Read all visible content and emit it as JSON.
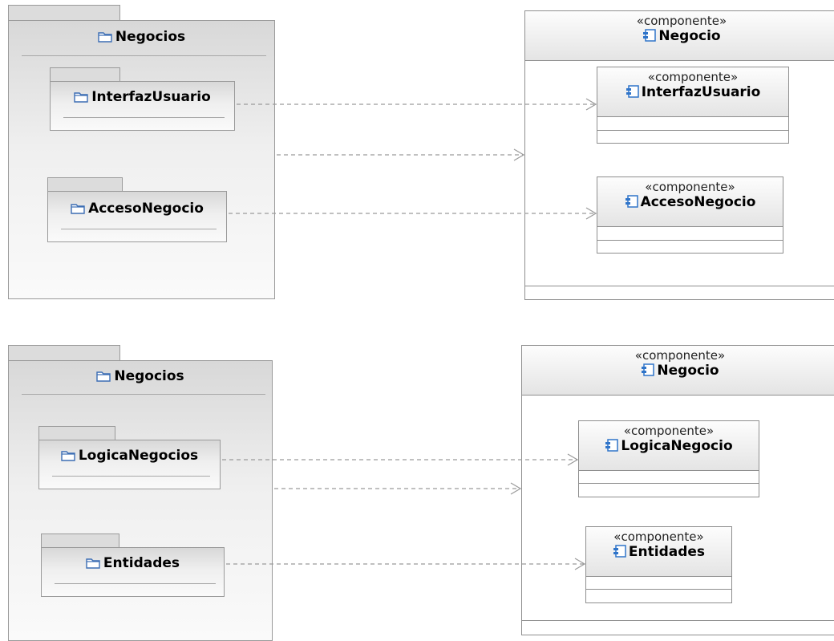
{
  "diagrams": [
    {
      "package": {
        "name": "Negocios",
        "subpackages": [
          "InterfazUsuario",
          "AccesoNegocio"
        ]
      },
      "component": {
        "stereotype": "«componente»",
        "name": "Negocio",
        "subcomponents": [
          {
            "stereotype": "«componente»",
            "name": "InterfazUsuario"
          },
          {
            "stereotype": "«componente»",
            "name": "AccesoNegocio"
          }
        ]
      }
    },
    {
      "package": {
        "name": "Negocios",
        "subpackages": [
          "LogicaNegocios",
          "Entidades"
        ]
      },
      "component": {
        "stereotype": "«componente»",
        "name": "Negocio",
        "subcomponents": [
          {
            "stereotype": "«componente»",
            "name": "LogicaNegocio"
          },
          {
            "stereotype": "«componente»",
            "name": "Entidades"
          }
        ]
      }
    }
  ],
  "icons": {
    "package_icon": "folder-icon",
    "component_icon": "component-icon",
    "folder_color": "#3b6db4",
    "component_color": "#2f74c9"
  }
}
